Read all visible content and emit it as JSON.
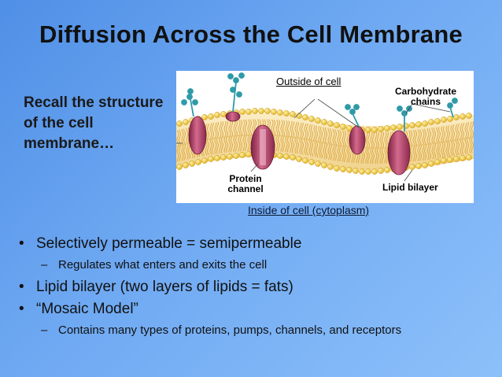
{
  "title": "Diffusion Across the Cell Membrane",
  "recall_text": "Recall the structure of the cell membrane…",
  "diagram": {
    "outside_label": "Outside of cell",
    "carbohydrate_label": "Carbohydrate chains",
    "protein_label": "Protein channel",
    "lipid_label": "Lipid bilayer",
    "inside_label": "Inside of cell (cytoplasm)"
  },
  "bullets": [
    {
      "text": "Selectively permeable = semipermeable",
      "sub": [
        "Regulates what enters and exits the cell"
      ]
    },
    {
      "text": "Lipid bilayer (two layers of lipids = fats)",
      "sub": []
    },
    {
      "text": "“Mosaic Model”",
      "sub": [
        "Contains many types of proteins, pumps, channels, and receptors"
      ]
    }
  ],
  "colors": {
    "background_start": "#4f8fe6",
    "background_end": "#8cc0fa",
    "lipid_head": "#f2c93a",
    "protein": "#b8406a",
    "carbohydrate": "#2f9aa8",
    "membrane_fill": "#f6e3b0"
  }
}
